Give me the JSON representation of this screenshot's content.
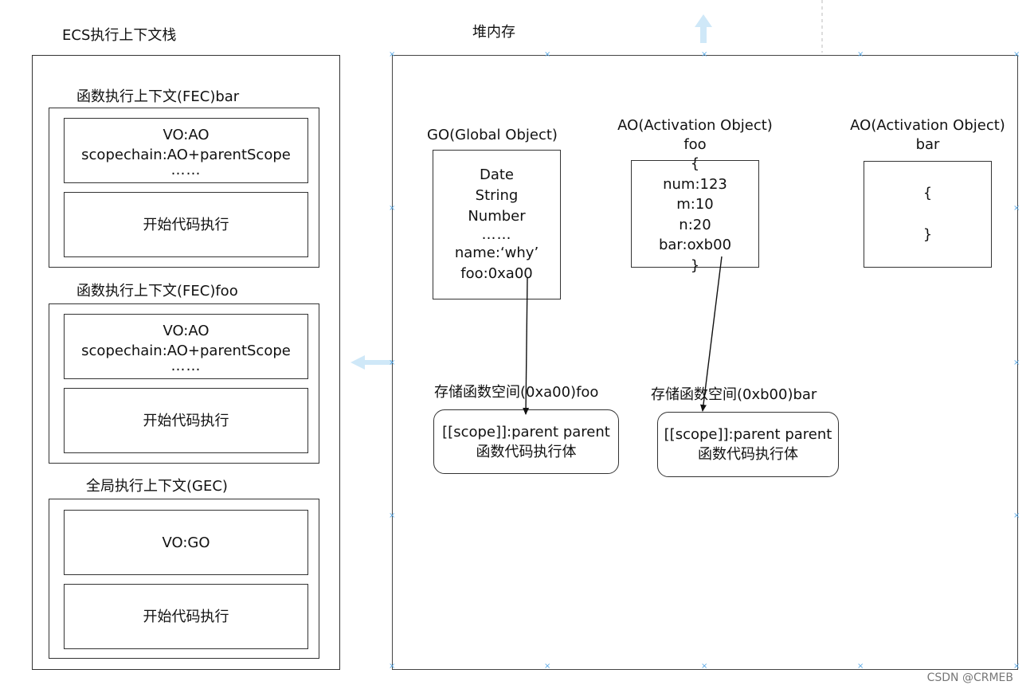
{
  "ecs": {
    "title": "ECS执行上下文栈",
    "fec_bar": {
      "label": "函数执行上下文(FEC)bar",
      "vo": "VO:AO",
      "scopechain": "scopechain:AO+parentScope",
      "dots": "……",
      "exec": "开始代码执行"
    },
    "fec_foo": {
      "label": "函数执行上下文(FEC)foo",
      "vo": "VO:AO",
      "scopechain": "scopechain:AO+parentScope",
      "dots": "……",
      "exec": "开始代码执行"
    },
    "gec": {
      "label": "全局执行上下文(GEC)",
      "vo": "VO:GO",
      "exec": "开始代码执行"
    }
  },
  "heap": {
    "title": "堆内存",
    "go": {
      "label": "GO(Global Object)",
      "lines": [
        "Date",
        "String",
        "Number",
        "……",
        "name:‘why’",
        "foo:0xa00"
      ]
    },
    "ao_foo": {
      "label_line1": "AO(Activation Object)",
      "label_line2": "foo",
      "lines": [
        "{",
        "num:123",
        "m:10",
        "n:20",
        "bar:oxb00",
        "}"
      ]
    },
    "ao_bar": {
      "label_line1": "AO(Activation Object)",
      "label_line2": "bar",
      "lines": [
        "{",
        "",
        "}"
      ]
    },
    "fn_foo": {
      "label": "存储函数空间(0xa00)foo",
      "line1": "[[scope]]:parent parent",
      "line2": "函数代码执行体"
    },
    "fn_bar": {
      "label": "存储函数空间(0xb00)bar",
      "line1": "[[scope]]:parent parent",
      "line2": "函数代码执行体"
    }
  },
  "watermark": "CSDN @CRMEB",
  "colors": {
    "border": "#333333",
    "handle": "#5aa9e6",
    "ghost_arrow": "#cfe8f8"
  }
}
